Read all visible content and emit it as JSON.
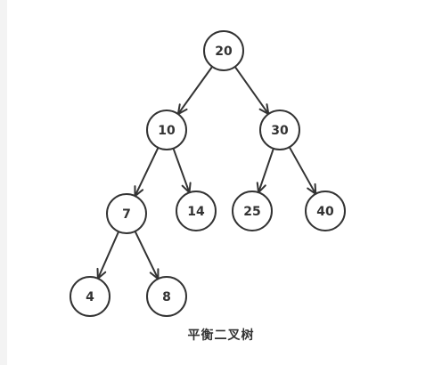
{
  "caption": "平衡二叉树",
  "tree": {
    "nodes": [
      {
        "id": "n20",
        "label": "20"
      },
      {
        "id": "n10",
        "label": "10"
      },
      {
        "id": "n30",
        "label": "30"
      },
      {
        "id": "n7",
        "label": "7"
      },
      {
        "id": "n14",
        "label": "14"
      },
      {
        "id": "n25",
        "label": "25"
      },
      {
        "id": "n40",
        "label": "40"
      },
      {
        "id": "n4",
        "label": "4"
      },
      {
        "id": "n8",
        "label": "8"
      }
    ],
    "edges": [
      {
        "from": "n20",
        "to": "n10"
      },
      {
        "from": "n20",
        "to": "n30"
      },
      {
        "from": "n10",
        "to": "n7"
      },
      {
        "from": "n10",
        "to": "n14"
      },
      {
        "from": "n30",
        "to": "n25"
      },
      {
        "from": "n30",
        "to": "n40"
      },
      {
        "from": "n7",
        "to": "n4"
      },
      {
        "from": "n7",
        "to": "n8"
      }
    ]
  }
}
